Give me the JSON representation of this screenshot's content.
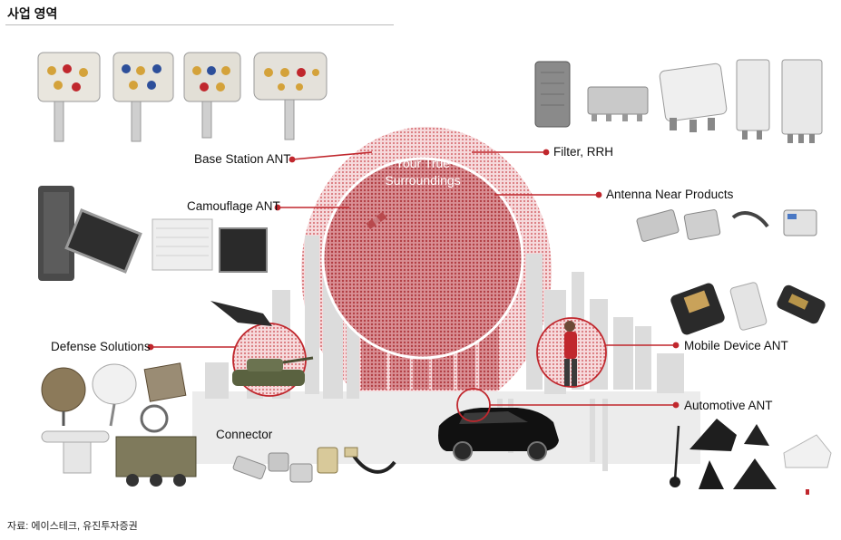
{
  "heading": "사업 영역",
  "center": {
    "line1": "Your True",
    "line2": "Surroundings"
  },
  "labels": {
    "base_station": "Base Station ANT",
    "camouflage": "Camouflage ANT",
    "defense": "Defense Solutions",
    "connector": "Connector",
    "filter_rrh": "Filter, RRH",
    "antenna_near": "Antenna Near Products",
    "mobile_device": "Mobile Device ANT",
    "automotive": "Automotive ANT"
  },
  "source": "자료: 에이스테크, 유진투자증권",
  "colors": {
    "accent": "#c0272d",
    "halo": "#e8a9ad",
    "city": "#d9d9d9"
  },
  "icons": [
    "base-station-antenna-icon",
    "camouflage-antenna-icon",
    "defense-radar-icon",
    "connector-icon",
    "filter-rrh-icon",
    "antenna-near-product-icon",
    "mobile-device-antenna-icon",
    "automotive-antenna-icon",
    "car-icon",
    "tank-icon",
    "person-phone-icon",
    "satellite-icon"
  ]
}
